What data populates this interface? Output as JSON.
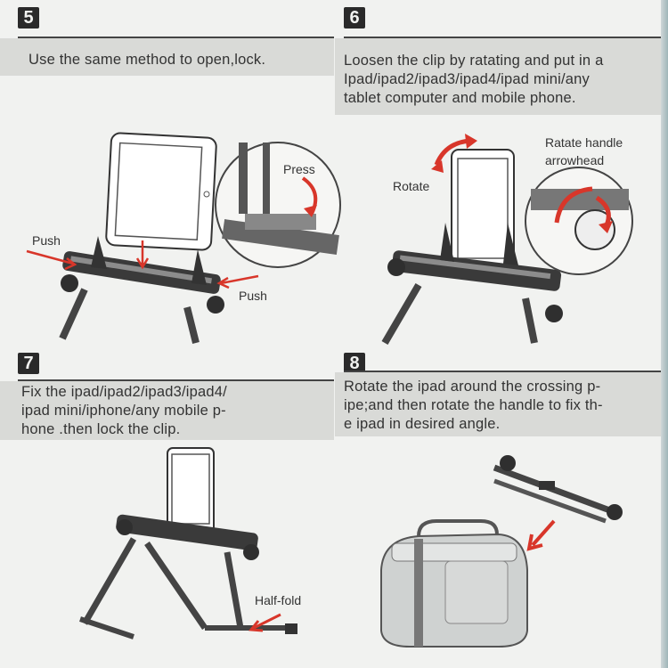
{
  "steps": [
    {
      "number": "5",
      "lines": [
        "Use the same method to open,lock."
      ]
    },
    {
      "number": "6",
      "lines": [
        "Loosen the clip by ratating and put in a",
        "Ipad/ipad2/ipad3/ipad4/ipad mini/any",
        "tablet computer and mobile phone."
      ]
    },
    {
      "number": "7",
      "lines": [
        "Fix the ipad/ipad2/ipad3/ipad4/",
        "ipad mini/iphone/any mobile p-",
        "hone .then lock the clip."
      ]
    },
    {
      "number": "8",
      "lines": [
        "Rotate the ipad around the crossing p-",
        "ipe;and then rotate the handle to fix th-",
        "e ipad in desired angle."
      ]
    }
  ],
  "labels": {
    "push_left": "Push",
    "push_right": "Push",
    "press": "Press",
    "rotate": "Rotate",
    "rotate_handle_1": "Ratate handle",
    "rotate_handle_2": "arrowhead",
    "half_fold": "Half-fold"
  },
  "colors": {
    "arrow": "#d8362a",
    "badge": "#2a2a2a",
    "frame": "#333333"
  }
}
